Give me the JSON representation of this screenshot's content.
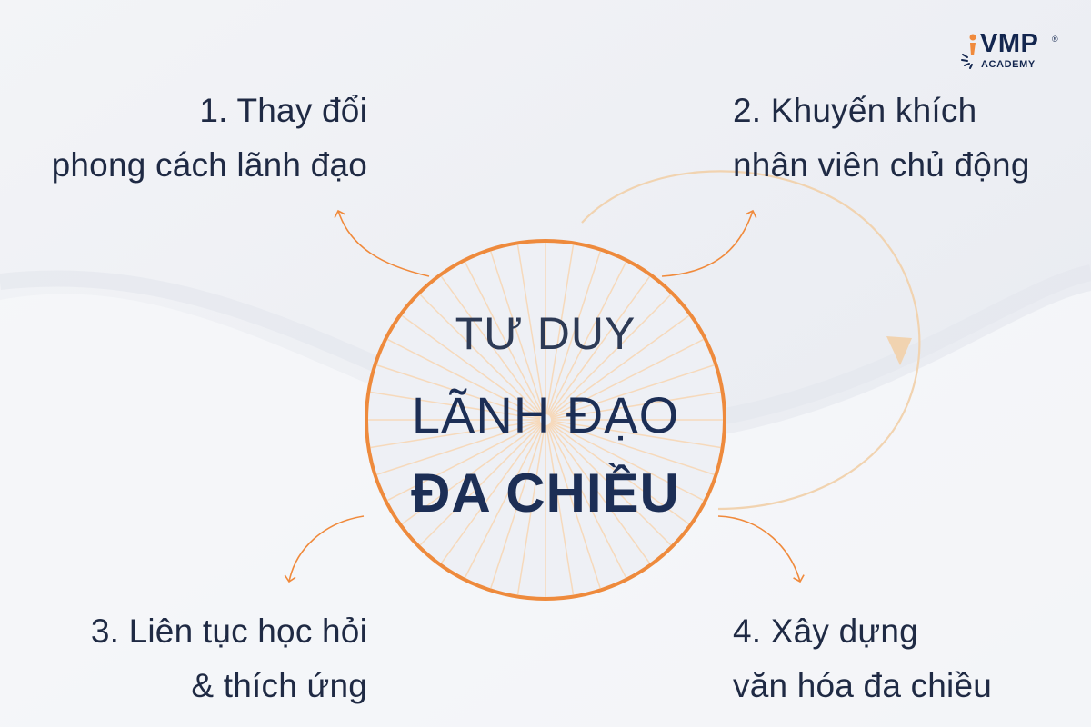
{
  "logo": {
    "name": "VMP",
    "registered": "®",
    "sub": "ACADEMY"
  },
  "center": {
    "line1": "TƯ DUY",
    "line2": "LÃNH ĐẠO",
    "line3": "ĐA CHIỀU"
  },
  "nodes": [
    {
      "line1": "1. Thay đổi",
      "line2": "phong cách lãnh đạo"
    },
    {
      "line1": "2. Khuyến khích",
      "line2": "nhân viên chủ động"
    },
    {
      "line1": "3. Liên tục học hỏi",
      "line2": "& thích ứng"
    },
    {
      "line1": "4. Xây dựng",
      "line2": "văn hóa đa chiều"
    }
  ],
  "colors": {
    "accent": "#f08a3c",
    "accent_light": "#f4c9a0",
    "text": "#1f2a44",
    "background": "#eef0f5"
  }
}
